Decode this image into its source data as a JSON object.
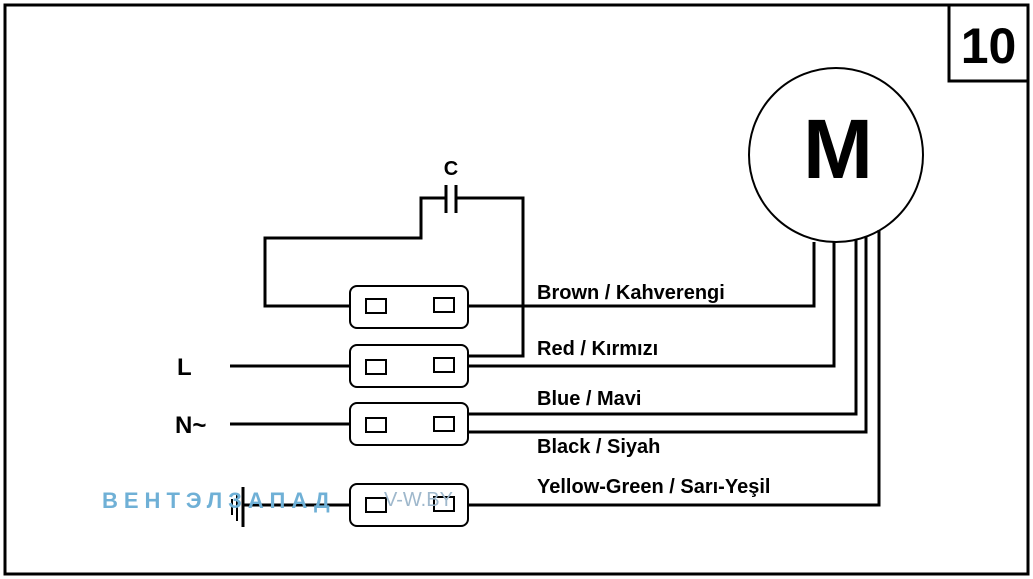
{
  "page_number": "10",
  "motor": {
    "label": "M"
  },
  "capacitor": {
    "label": "C"
  },
  "terminals": {
    "live": "L",
    "neutral": "N~"
  },
  "wires": {
    "brown": "Brown / Kahverengi",
    "red": "Red / Kırmızı",
    "blue": "Blue / Mavi",
    "black": "Black / Siyah",
    "yellow_green": "Yellow-Green / Sarı-Yeşil"
  },
  "watermark": {
    "brand": "ВЕНТЭЛЗАПАД",
    "url": "V-W.BY"
  },
  "colors": {
    "line": "#000000",
    "watermark_brand": "#6fb0d6",
    "watermark_url": "#9fb8cc"
  },
  "icons": [
    "ground-icon",
    "capacitor-icon",
    "motor-icon",
    "terminal-block-icon"
  ]
}
